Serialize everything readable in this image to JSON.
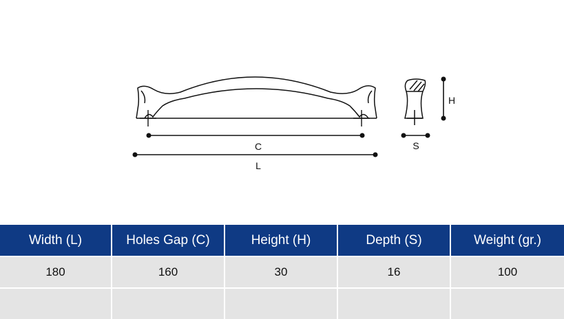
{
  "diagram": {
    "labels": {
      "holes_gap": "C",
      "length": "L",
      "depth": "S",
      "height": "H"
    }
  },
  "table": {
    "headers": [
      "Width (L)",
      "Holes Gap (C)",
      "Height (H)",
      "Depth (S)",
      "Weight (gr.)"
    ],
    "rows": [
      [
        "180",
        "160",
        "30",
        "16",
        "100"
      ],
      [
        "",
        "",
        "",
        "",
        ""
      ]
    ]
  }
}
